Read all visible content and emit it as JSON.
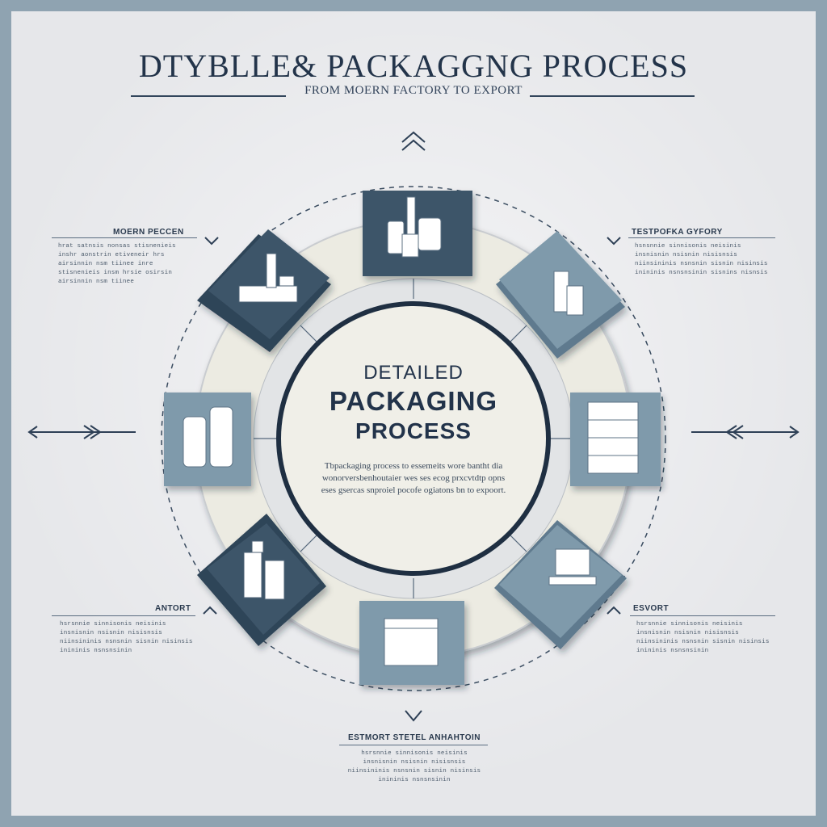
{
  "header": {
    "title": "DTYBLLE& PACKAGGNG PROCESS",
    "subtitle": "FROM MOERN FACTORY TO EXPORT"
  },
  "center": {
    "line0": "DETAILED",
    "line1": "PACKAGING",
    "line2": "PROCESS",
    "description": "Tbpackaging process to essemeits wore bantht dia wonorversbenhoutaier wes ses ecog prxcvtdtp opns eses gsercas snproiel pocofe ogiatons bn to expoort."
  },
  "callouts": {
    "top_left": {
      "label": "MOERN PECCEN",
      "body": "hrat satnsis nonsas stisnenieis inshr aonstrin etiveneir hrs airsinnin nsm tiinee inre stisnenieis insm hrsie osirsin airsinnin nsm tiinee"
    },
    "top_right": {
      "label": "TESTPOFKA GYFORY",
      "body": "hsnsnnie sinnisonis neisinis insnisnin nsisnin nisisnsis niinsininis nsnsnin sisnin nisinsis inininis nsnsnsinin sisnins nisnsis"
    },
    "bottom_left": {
      "label": "ANTORT",
      "body": "hsrsnnie sinnisonis neisinis insnisnin nsisnin nisisnsis niinsininis nsnsnin sisnin nisinsis inininis nsnsnsinin"
    },
    "bottom_right": {
      "label": "ESVORT",
      "body": "hsrsnnie sinnisonis neisinis insnisnin nsisnin nisisnsis niinsininis nsnsnin sisnin nisinsis inininis nsnsnsinin"
    },
    "bottom": {
      "label": "ESTMORT STETEL ANHAHTOIN",
      "body": "hsrsnnie sinnisonis neisinis insnisnin nsisnin nisisnsis niinsininis nsnsnin sisnin nisinsis inininis nsnsnsinin"
    }
  },
  "colors": {
    "dark_slate": "#3e5569",
    "light_slate": "#7f9aab",
    "ring": "#ecebe2",
    "navy": "#23344a"
  }
}
